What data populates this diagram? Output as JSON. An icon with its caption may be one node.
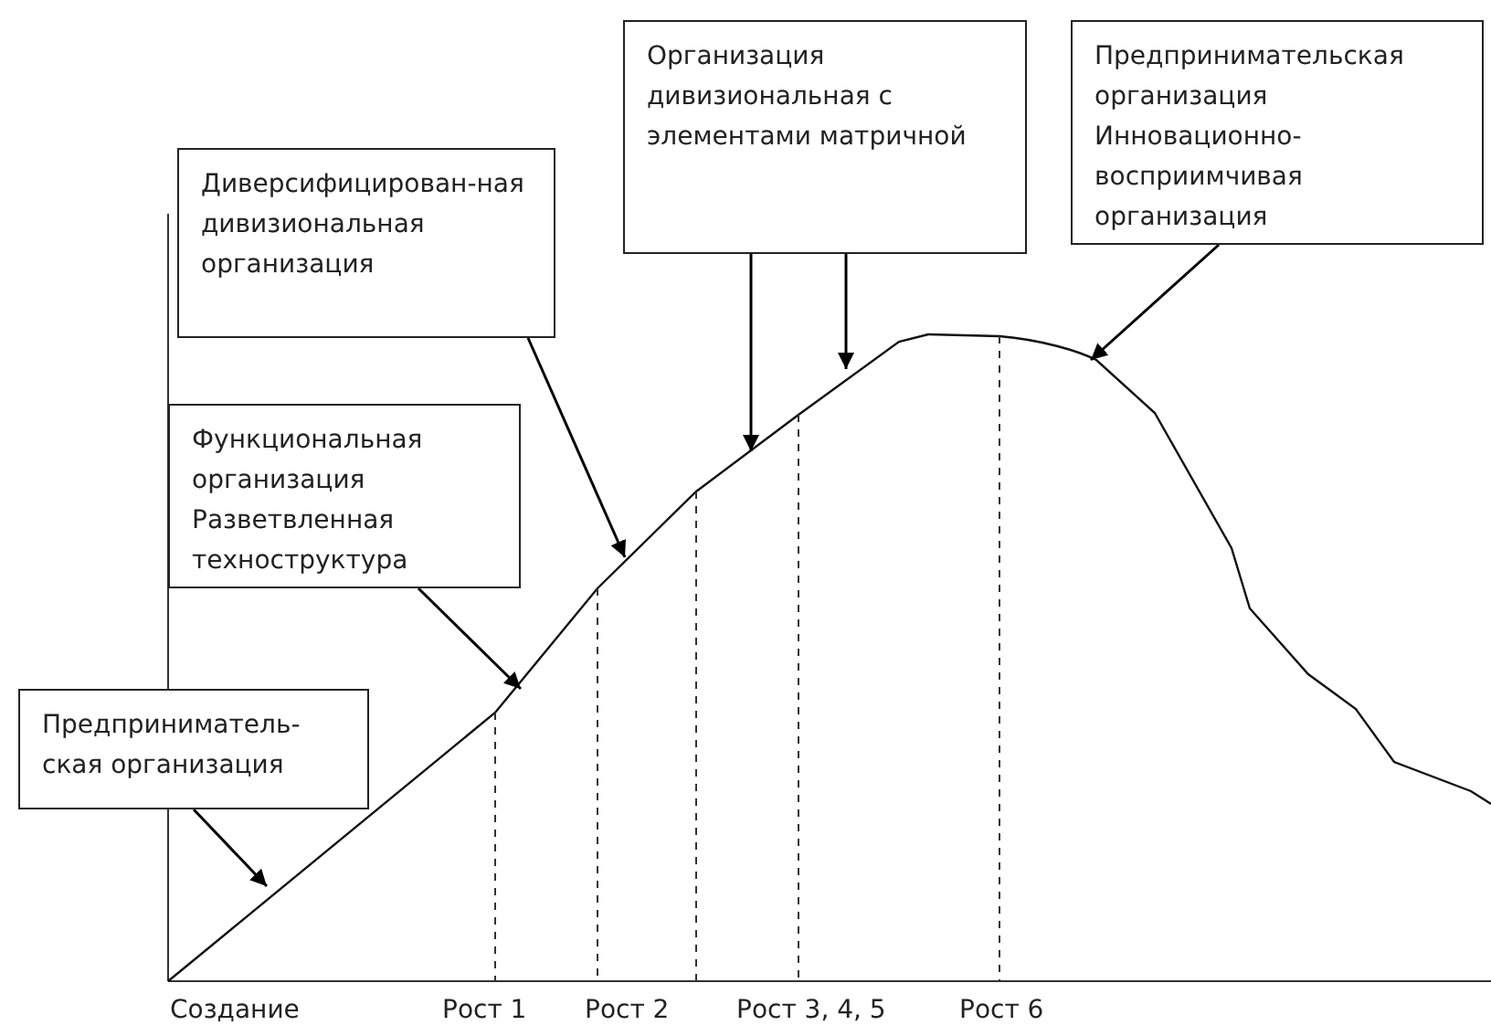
{
  "diagram": {
    "nodes": [
      {
        "text": [
          "Предприниматель-ская организация"
        ]
      },
      {
        "text": [
          "Функциональная организация",
          "Разветвленная техноструктура"
        ]
      },
      {
        "text": [
          "Диверсифицирован-ная дивизиональная организация"
        ]
      },
      {
        "text": [
          "Организация дивизиональная с элементами матричной"
        ]
      },
      {
        "text": [
          "Предпринимательская организация",
          "Инновационно-восприимчивая организация"
        ]
      }
    ],
    "edges": [
      {
        "from": 0,
        "to": null,
        "arrow": "to"
      },
      {
        "from": 1,
        "to": null,
        "arrow": "to"
      },
      {
        "from": 2,
        "to": null,
        "arrow": "to"
      },
      {
        "from": 3,
        "to": null,
        "arrow": "to"
      },
      {
        "from": 3,
        "to": null,
        "arrow": "to"
      },
      {
        "from": 4,
        "to": null,
        "arrow": "to"
      }
    ],
    "labels": [
      "Создание",
      "Рост 1",
      "Рост 2",
      "Рост 3, 4, 5",
      "Рост 6"
    ]
  }
}
